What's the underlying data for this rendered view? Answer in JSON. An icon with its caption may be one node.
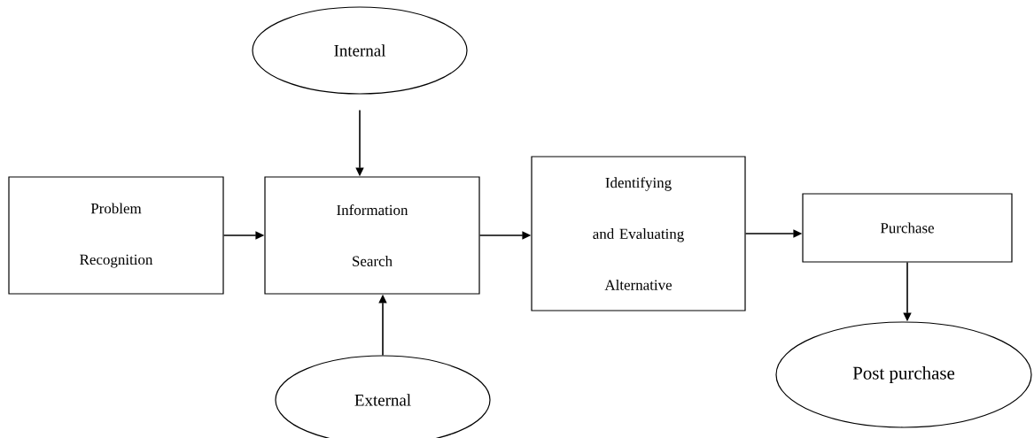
{
  "diagram": {
    "nodes": [
      {
        "text": [
          "Internal"
        ]
      },
      {
        "text": [
          "Problem Recognition"
        ]
      },
      {
        "text": [
          "Information Search"
        ]
      },
      {
        "text": [
          "External"
        ]
      },
      {
        "text": [
          "Identifying and Evaluating Alternative"
        ]
      },
      {
        "text": [
          "Purchase"
        ]
      },
      {
        "text": [
          "Post purchase"
        ]
      }
    ],
    "edges": [
      {
        "from": 0,
        "to": 2,
        "arrow": "to"
      },
      {
        "from": 1,
        "to": 2,
        "arrow": "to"
      },
      {
        "from": 3,
        "to": 2,
        "arrow": "to"
      },
      {
        "from": 2,
        "to": 4,
        "arrow": "to"
      },
      {
        "from": 4,
        "to": 5,
        "arrow": "to"
      },
      {
        "from": 5,
        "to": 6,
        "arrow": "to"
      }
    ]
  }
}
